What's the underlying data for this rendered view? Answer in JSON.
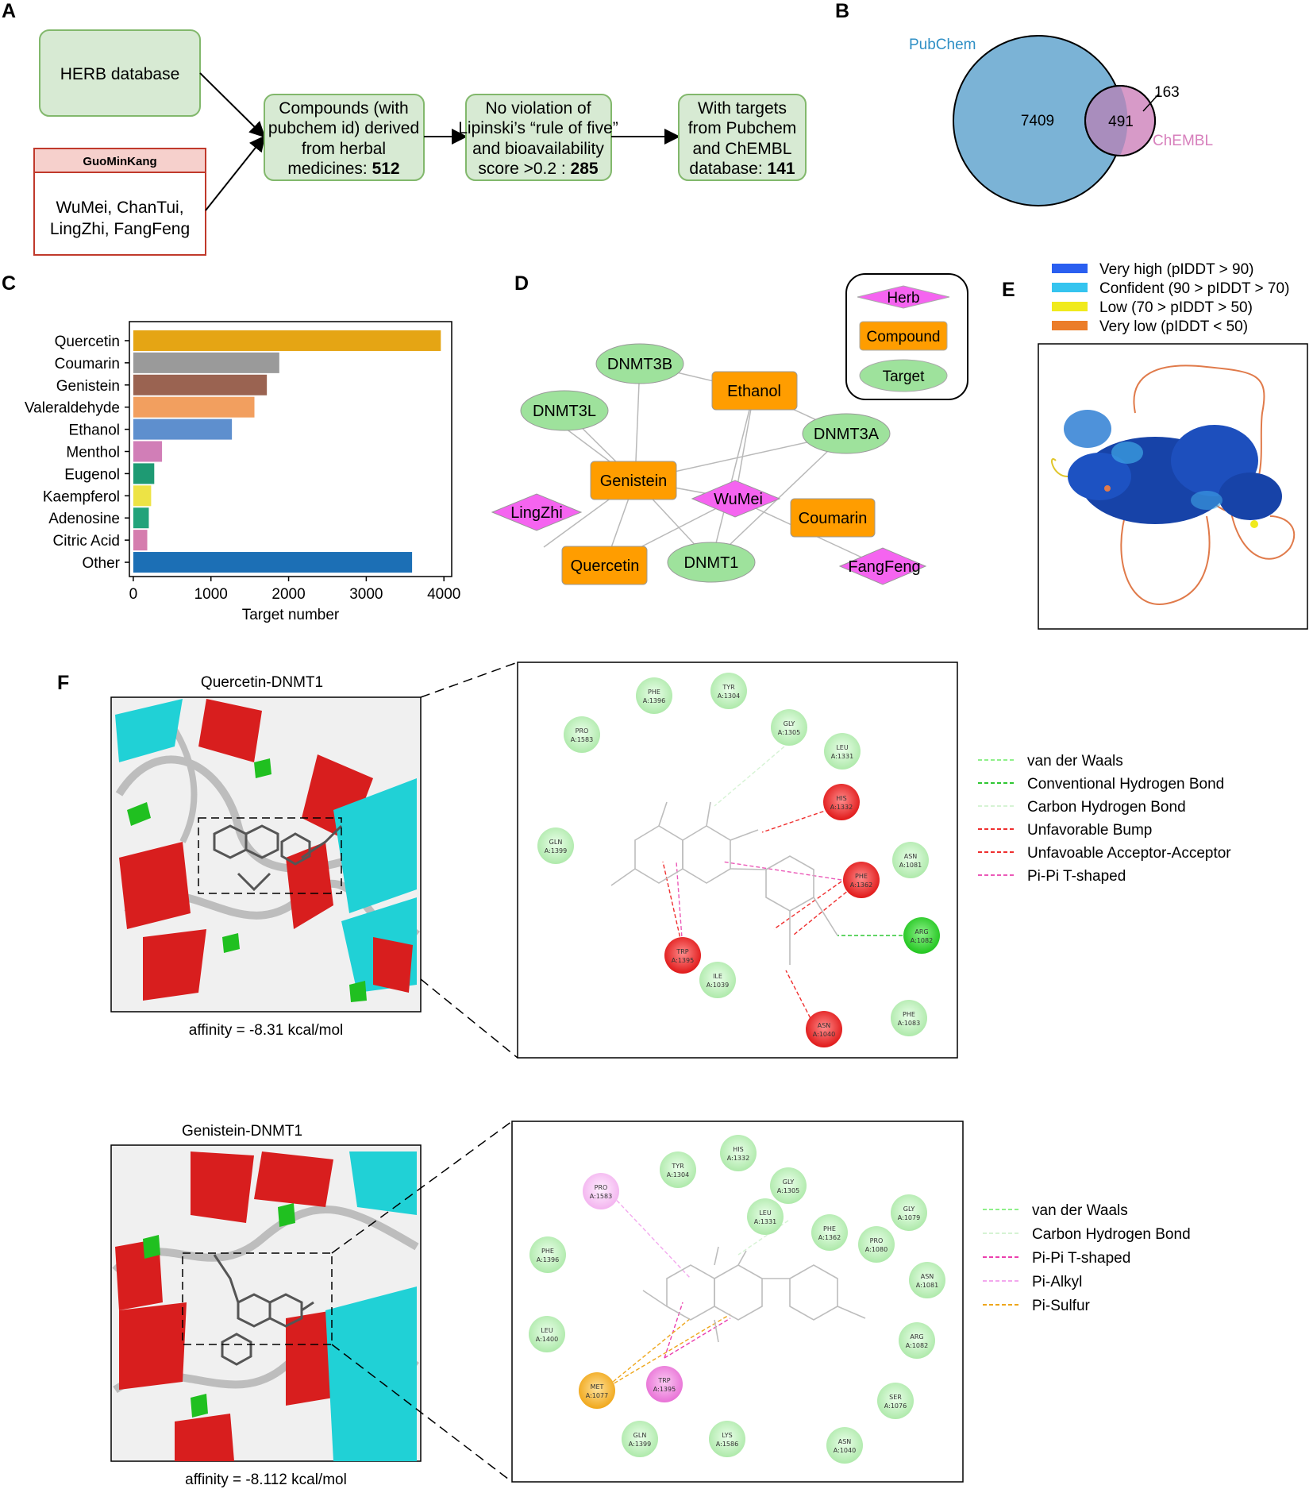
{
  "panels": {
    "A": "A",
    "B": "B",
    "C": "C",
    "D": "D",
    "E": "E",
    "F": "F"
  },
  "flow": {
    "herb_db": "HERB database",
    "guominkang_title": "GuoMinKang",
    "guominkang_lines": [
      "WuMei, ChanTui,",
      "LingZhi, FangFeng"
    ],
    "step1": {
      "lines": [
        "Compounds (with",
        "pubchem id) derived",
        "from herbal"
      ],
      "last_prefix": "medicines: ",
      "last_value": "512"
    },
    "step2": {
      "lines": [
        "No violation of",
        "Lipinski’s “rule of five”",
        "and bioavailability"
      ],
      "last_prefix": "score >0.2 : ",
      "last_value": "285"
    },
    "step3": {
      "lines": [
        "With targets",
        "from Pubchem",
        "and ChEMBL"
      ],
      "last_prefix": "database: ",
      "last_value": "141"
    }
  },
  "venn": {
    "left_label": "PubChem",
    "right_label": "ChEMBL",
    "left_only": "7409",
    "overlap": "491",
    "right_only": "163",
    "left_color": "#7bb3d6",
    "right_color": "#d79ac8"
  },
  "chart_data": {
    "type": "bar",
    "orientation": "horizontal",
    "categories": [
      "Quercetin",
      "Coumarin",
      "Genistein",
      "Valeraldehyde",
      "Ethanol",
      "Menthol",
      "Eugenol",
      "Kaempferol",
      "Adenosine",
      "Citric Acid",
      "Other"
    ],
    "values": [
      3960,
      1880,
      1720,
      1560,
      1270,
      370,
      270,
      230,
      200,
      180,
      3590
    ],
    "colors": [
      "#e5a514",
      "#9a9a9a",
      "#9a6351",
      "#f29f5f",
      "#5e8fce",
      "#d17eb7",
      "#1e9a73",
      "#ede345",
      "#22a37a",
      "#d57dae",
      "#1c6fb5"
    ],
    "xlabel": "Target number",
    "xlim": [
      -50,
      4100
    ],
    "xticks": [
      0,
      1000,
      2000,
      3000,
      4000
    ],
    "grid": false
  },
  "network": {
    "legend": {
      "herb": "Herb",
      "compound": "Compound",
      "target": "Target"
    },
    "nodes": {
      "dnmt3b": "DNMT3B",
      "dnmt3l": "DNMT3L",
      "ethanol": "Ethanol",
      "dnmt3a": "DNMT3A",
      "genistein": "Genistein",
      "wumei": "WuMei",
      "lingzhi": "LingZhi",
      "coumarin": "Coumarin",
      "quercetin": "Quercetin",
      "dnmt1": "DNMT1",
      "fangfeng": "FangFeng"
    },
    "colors": {
      "herb": "#f564f0",
      "compound": "#ff9d00",
      "target": "#9ee29c"
    }
  },
  "plddt_legend": [
    {
      "label": "Very high (pIDDT > 90)",
      "color": "#2a5ff0"
    },
    {
      "label": "Confident (90 > pIDDT > 70)",
      "color": "#35c4ef"
    },
    {
      "label": "Low (70 > pIDDT > 50)",
      "color": "#f0ea1c"
    },
    {
      "label": "Very low (pIDDT < 50)",
      "color": "#eb7d2a"
    }
  ],
  "docking": {
    "top": {
      "title": "Quercetin-DNMT1",
      "affinity": "affinity = -8.31 kcal/mol",
      "legend": [
        {
          "label": "van der Waals",
          "color": "#8ff08a"
        },
        {
          "label": "Conventional Hydrogen Bond",
          "color": "#2fc733"
        },
        {
          "label": "Carbon Hydrogen Bond",
          "color": "#d6f3d4"
        },
        {
          "label": "Unfavorable Bump",
          "color": "#ef2f2f"
        },
        {
          "label": "Unfavoable Acceptor-Acceptor",
          "color": "#ef2f2f"
        },
        {
          "label": "Pi-Pi T-shaped",
          "color": "#eb5ab8"
        }
      ],
      "residues": [
        {
          "n": "PHE",
          "i": "A:1396"
        },
        {
          "n": "TYR",
          "i": "A:1304"
        },
        {
          "n": "PRO",
          "i": "A:1583"
        },
        {
          "n": "GLY",
          "i": "A:1305"
        },
        {
          "n": "LEU",
          "i": "A:1331"
        },
        {
          "n": "HIS",
          "i": "A:1332"
        },
        {
          "n": "GLN",
          "i": "A:1399"
        },
        {
          "n": "ASN",
          "i": "A:1081"
        },
        {
          "n": "PHE",
          "i": "A:1362"
        },
        {
          "n": "ARG",
          "i": "A:1082"
        },
        {
          "n": "TRP",
          "i": "A:1395"
        },
        {
          "n": "ILE",
          "i": "A:1039"
        },
        {
          "n": "ASN",
          "i": "A:1040"
        },
        {
          "n": "PHE",
          "i": "A:1083"
        }
      ]
    },
    "bottom": {
      "title": "Genistein-DNMT1",
      "affinity": "affinity = -8.112 kcal/mol",
      "legend": [
        {
          "label": "van der Waals",
          "color": "#8ff08a"
        },
        {
          "label": "Carbon Hydrogen Bond",
          "color": "#d6f3d4"
        },
        {
          "label": "Pi-Pi T-shaped",
          "color": "#eb3fae"
        },
        {
          "label": "Pi-Alkyl",
          "color": "#f3a8ee"
        },
        {
          "label": "Pi-Sulfur",
          "color": "#eea61b"
        }
      ],
      "residues": [
        {
          "n": "HIS",
          "i": "A:1332"
        },
        {
          "n": "TYR",
          "i": "A:1304"
        },
        {
          "n": "GLY",
          "i": "A:1305"
        },
        {
          "n": "PRO",
          "i": "A:1583"
        },
        {
          "n": "LEU",
          "i": "A:1331"
        },
        {
          "n": "PHE",
          "i": "A:1362"
        },
        {
          "n": "GLY",
          "i": "A:1079"
        },
        {
          "n": "PRO",
          "i": "A:1080"
        },
        {
          "n": "PHE",
          "i": "A:1396"
        },
        {
          "n": "ASN",
          "i": "A:1081"
        },
        {
          "n": "LEU",
          "i": "A:1400"
        },
        {
          "n": "ARG",
          "i": "A:1082"
        },
        {
          "n": "MET",
          "i": "A:1077"
        },
        {
          "n": "TRP",
          "i": "A:1395"
        },
        {
          "n": "SER",
          "i": "A:1076"
        },
        {
          "n": "GLN",
          "i": "A:1399"
        },
        {
          "n": "LYS",
          "i": "A:1586"
        },
        {
          "n": "ASN",
          "i": "A:1040"
        }
      ]
    }
  }
}
